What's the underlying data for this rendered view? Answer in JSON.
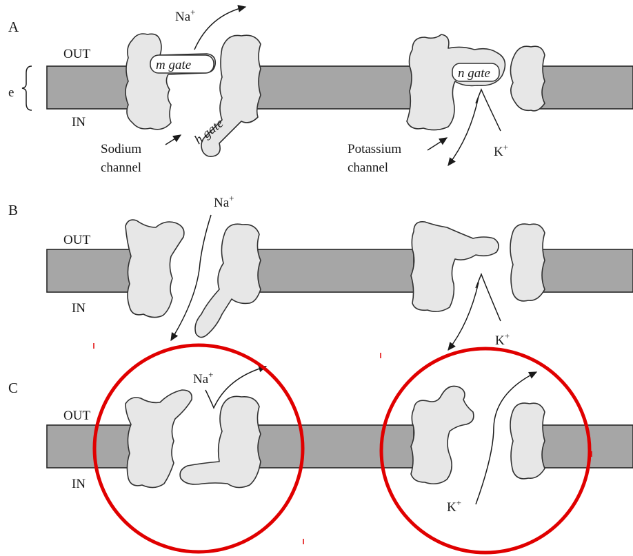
{
  "panels": [
    {
      "id": "A",
      "letter": "A",
      "out": "OUT",
      "in": "IN"
    },
    {
      "id": "B",
      "letter": "B",
      "out": "OUT",
      "in": "IN"
    },
    {
      "id": "C",
      "letter": "C",
      "out": "OUT",
      "in": "IN"
    }
  ],
  "panel_a": {
    "bracket_label": "e",
    "m_gate": "m gate",
    "h_gate": "h gate",
    "n_gate": "n gate",
    "sodium_channel": [
      "Sodium",
      "channel"
    ],
    "potassium_channel": [
      "Potassium",
      "channel"
    ]
  },
  "ions": {
    "na": "Na",
    "k": "K",
    "charge": "+"
  },
  "colors": {
    "membrane": "#a6a6a6",
    "protein": "#e7e7e7",
    "highlight": "#e00000"
  }
}
